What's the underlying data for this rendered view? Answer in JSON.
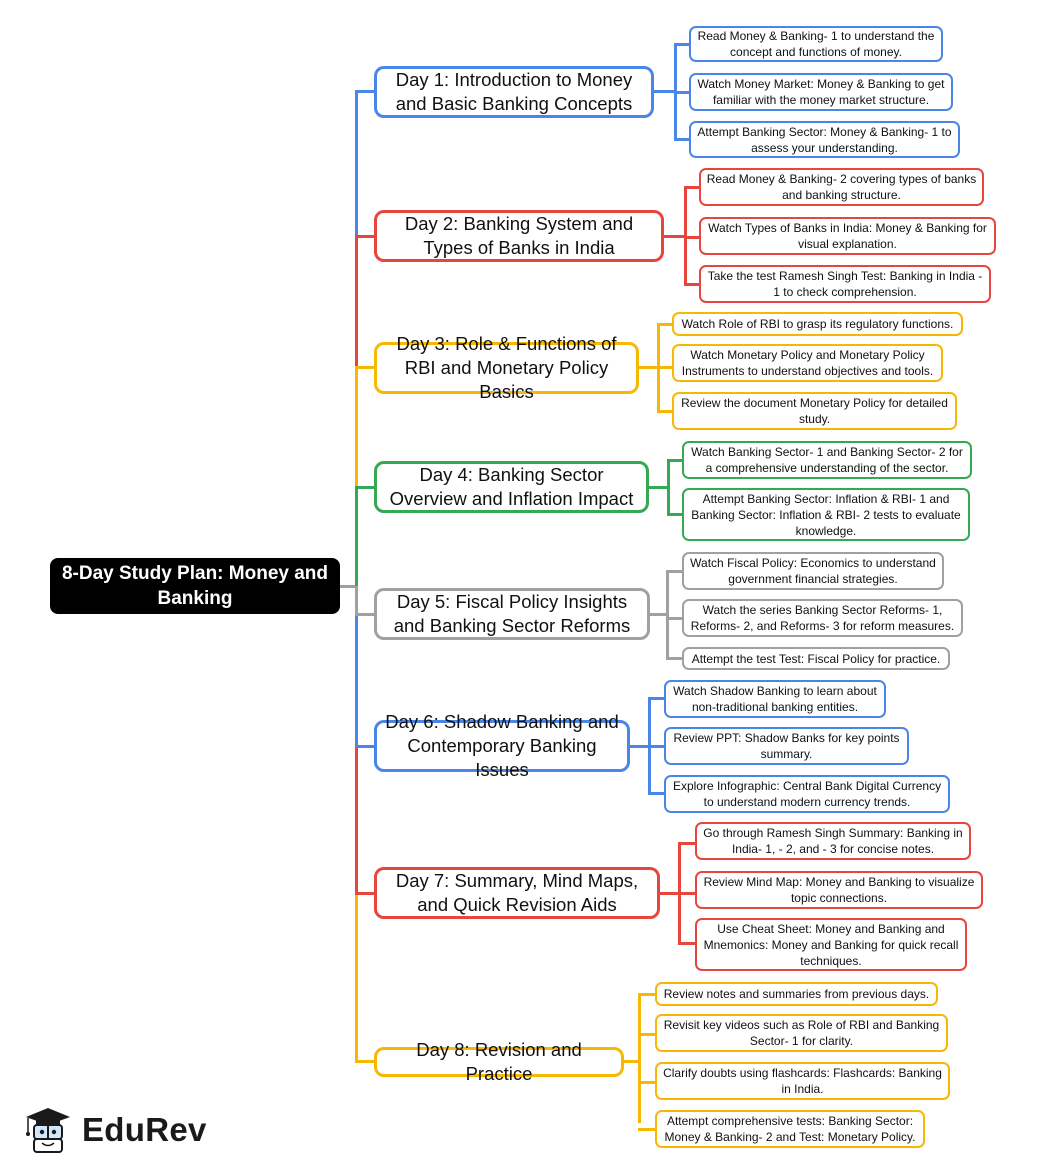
{
  "title": "8-Day Study Plan: Money and Banking",
  "brand": {
    "name": "EduRev",
    "icon": "graduation-cap-book-mascot-icon"
  },
  "colors": {
    "blue": "#4a86e8",
    "red": "#e8453c",
    "yellow": "#f6b800",
    "green": "#34a853",
    "gray": "#a0a0a0",
    "root_bg": "#000000"
  },
  "days": [
    {
      "label": "Day 1: Introduction to Money and Basic Banking Concepts",
      "color": "blue",
      "tasks": [
        "Read Money & Banking- 1 to understand the concept and functions of money.",
        "Watch Money Market: Money & Banking to get familiar with the money market structure.",
        "Attempt Banking Sector: Money & Banking- 1 to assess your understanding."
      ]
    },
    {
      "label": "Day 2: Banking System and Types of Banks in India",
      "color": "red",
      "tasks": [
        "Read Money & Banking- 2 covering types of banks and banking structure.",
        "Watch Types of Banks in India: Money & Banking for visual explanation.",
        "Take the test Ramesh Singh Test: Banking in India - 1 to check comprehension."
      ]
    },
    {
      "label": "Day 3: Role & Functions of RBI and Monetary Policy Basics",
      "color": "yellow",
      "tasks": [
        "Watch Role of RBI to grasp its regulatory functions.",
        "Watch Monetary Policy and Monetary Policy Instruments to understand objectives and tools.",
        "Review the document Monetary Policy for detailed study."
      ]
    },
    {
      "label": "Day 4: Banking Sector Overview and Inflation Impact",
      "color": "green",
      "tasks": [
        "Watch Banking Sector- 1 and Banking Sector- 2 for a comprehensive understanding of the sector.",
        "Attempt Banking Sector: Inflation & RBI- 1 and Banking Sector: Inflation & RBI- 2 tests to evaluate knowledge."
      ]
    },
    {
      "label": "Day 5: Fiscal Policy Insights and Banking Sector Reforms",
      "color": "gray",
      "tasks": [
        "Watch Fiscal Policy: Economics to understand government financial strategies.",
        "Watch the series Banking Sector Reforms- 1, Reforms- 2, and Reforms- 3 for reform measures.",
        "Attempt the test Test: Fiscal Policy for practice."
      ]
    },
    {
      "label": "Day 6: Shadow Banking and Contemporary Banking Issues",
      "color": "blue",
      "tasks": [
        "Watch Shadow Banking to learn about non-traditional banking entities.",
        "Review PPT: Shadow Banks for key points summary.",
        "Explore Infographic: Central Bank Digital Currency to understand modern currency trends."
      ]
    },
    {
      "label": "Day 7: Summary, Mind Maps, and Quick Revision Aids",
      "color": "red",
      "tasks": [
        "Go through Ramesh Singh Summary: Banking in India- 1, - 2, and - 3 for concise notes.",
        "Review Mind Map: Money and Banking to visualize topic connections.",
        "Use Cheat Sheet: Money and Banking and Mnemonics: Money and Banking for quick recall techniques."
      ]
    },
    {
      "label": "Day 8: Revision and Practice",
      "color": "yellow",
      "tasks": [
        "Review notes and summaries from previous days.",
        "Revisit key videos such as Role of RBI and Banking Sector- 1 for clarity.",
        "Clarify doubts using flashcards: Flashcards: Banking in India.",
        "Attempt comprehensive tests: Banking Sector: Money & Banking- 2 and Test: Monetary Policy."
      ]
    }
  ]
}
